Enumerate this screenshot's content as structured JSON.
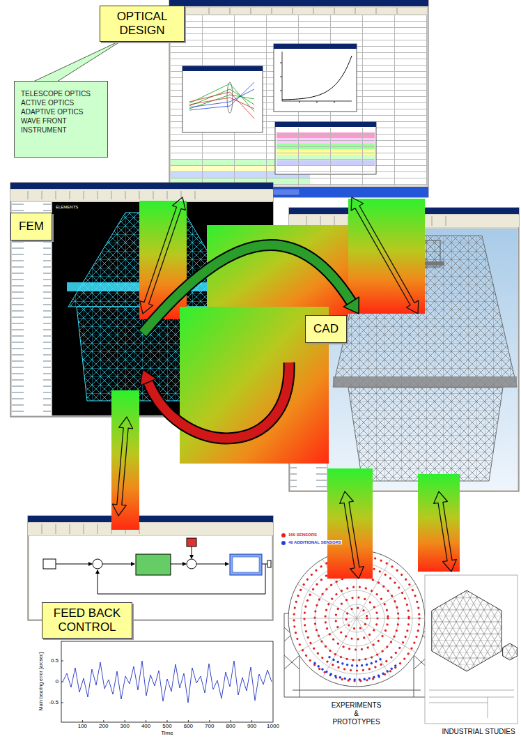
{
  "diagram": {
    "nodes": [
      {
        "text": [
          "OPTICAL DESIGN"
        ]
      },
      {
        "text": [
          "TELESCOPE OPTICS ACTIVE OPTICS ADAPTIVE OPTICS WAVE FRONT INSTRUMENT"
        ]
      },
      {
        "text": [
          "FEM"
        ]
      },
      {
        "text": [
          "CAD"
        ]
      },
      {
        "text": [
          "FEED BACK CONTROL"
        ]
      },
      {
        "text": [
          "EXPERIMENTS & PROTOTYPES"
        ]
      },
      {
        "text": [
          "INDUSTRIAL STUDIES"
        ]
      }
    ],
    "edges": [
      {
        "from": 0,
        "to": 2,
        "arrow": "both"
      },
      {
        "from": 0,
        "to": 3,
        "arrow": "both"
      },
      {
        "from": 2,
        "to": 3,
        "arrow": "to"
      },
      {
        "from": 3,
        "to": 2,
        "arrow": "to"
      },
      {
        "from": 2,
        "to": 4,
        "arrow": "both"
      },
      {
        "from": 3,
        "to": 5,
        "arrow": "both"
      },
      {
        "from": 3,
        "to": 6,
        "arrow": "both"
      }
    ],
    "labels": [
      "ELEMENTS",
      "0.5",
      "0",
      "-0.5",
      "100",
      "200",
      "300",
      "400",
      "500",
      "600",
      "700",
      "800",
      "900",
      "1000",
      "Time",
      "Main bearing error [arcsec]"
    ],
    "legend": [
      {
        "text": "160 SENSORS",
        "color": "#e02020"
      },
      {
        "text": "40 ADDITIONAL SENSORS",
        "color": "#2040e0"
      }
    ]
  }
}
